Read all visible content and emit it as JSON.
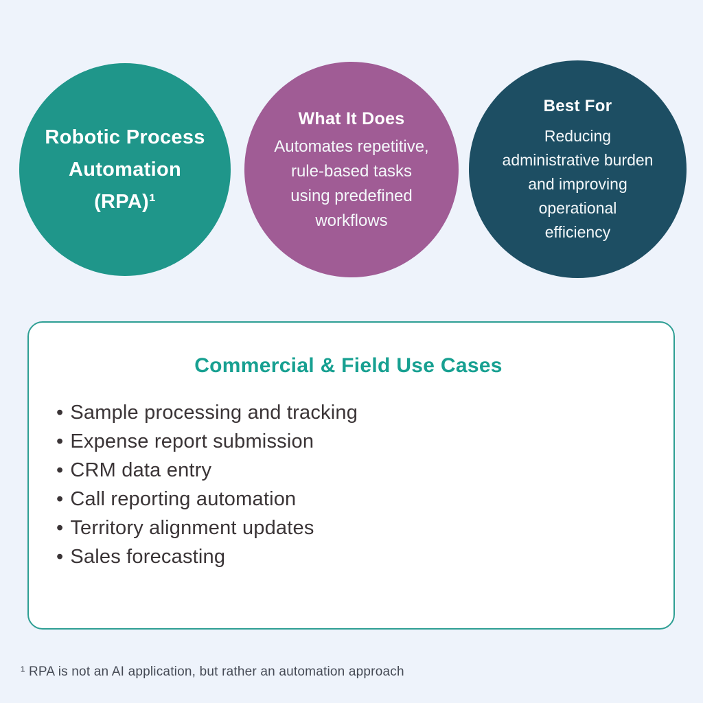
{
  "circles": [
    {
      "name": "robotic-process-automation",
      "title_lines": [
        "Robotic Process",
        "Automation",
        "(RPA)¹"
      ],
      "color": "#1f968a",
      "text_color": "#ffffff"
    },
    {
      "name": "what-it-does",
      "heading": "What It Does",
      "body_lines": [
        "Automates repetitive,",
        "rule-based tasks",
        "using predefined",
        "workflows"
      ],
      "color": "#a05c95",
      "text_color": "#ffffff"
    },
    {
      "name": "best-for",
      "heading": "Best For",
      "body_lines": [
        "Reducing",
        "administrative burden",
        "and improving",
        "operational",
        "efficiency"
      ],
      "color": "#1d4e63",
      "text_color": "#ffffff"
    }
  ],
  "use_cases": {
    "title": "Commercial & Field Use Cases",
    "bullet": "•",
    "items": [
      "Sample processing and tracking",
      "Expense report submission",
      "CRM data entry",
      "Call reporting automation",
      "Territory alignment updates",
      "Sales forecasting"
    ]
  },
  "footnote": {
    "text": "¹ RPA is not an AI application, but rather an automation approach"
  },
  "colors": {
    "background": "#eef3fb",
    "circle_rpa": "#1f968a",
    "circle_what_it_does": "#a05c95",
    "circle_best_for": "#1d4e63",
    "accent_teal": "#17a091",
    "card_border": "#2d9e93",
    "card_background": "#ffffff",
    "body_text": "#3a3436",
    "footnote_text": "#454a55",
    "circle_text": "#ffffff"
  }
}
